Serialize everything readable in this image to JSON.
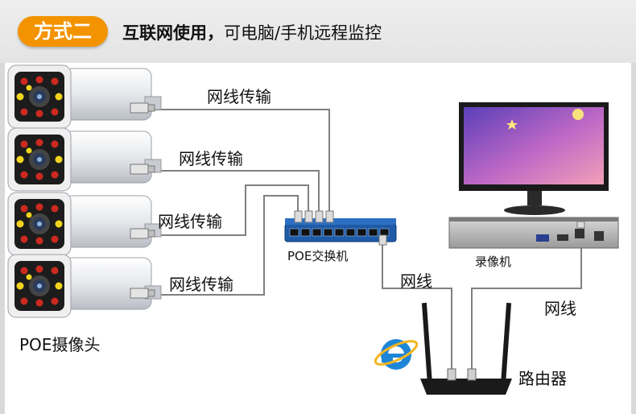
{
  "header": {
    "badge": "方式二",
    "title_bold": "互联网使用，",
    "title_rest": "可电脑/手机远程监控"
  },
  "labels": {
    "cable_transmission": "网线传输",
    "poe_switch": "POE交换机",
    "nvr": "录像机",
    "cable": "网线",
    "poe_camera": "POE摄像头",
    "router": "路由器"
  },
  "colors": {
    "badge": "#f39300",
    "cable": "#808080",
    "switch_body": "#1f5aa6",
    "camera_led_red": "#cc2a1f",
    "camera_led_yellow": "#f2d41e",
    "monitor_screen": "#b86bd0",
    "ie_icon": "#1e86d6"
  },
  "icons": [
    "poe-camera-icon",
    "poe-switch-icon",
    "nvr-icon",
    "monitor-icon",
    "router-icon",
    "internet-explorer-icon"
  ]
}
